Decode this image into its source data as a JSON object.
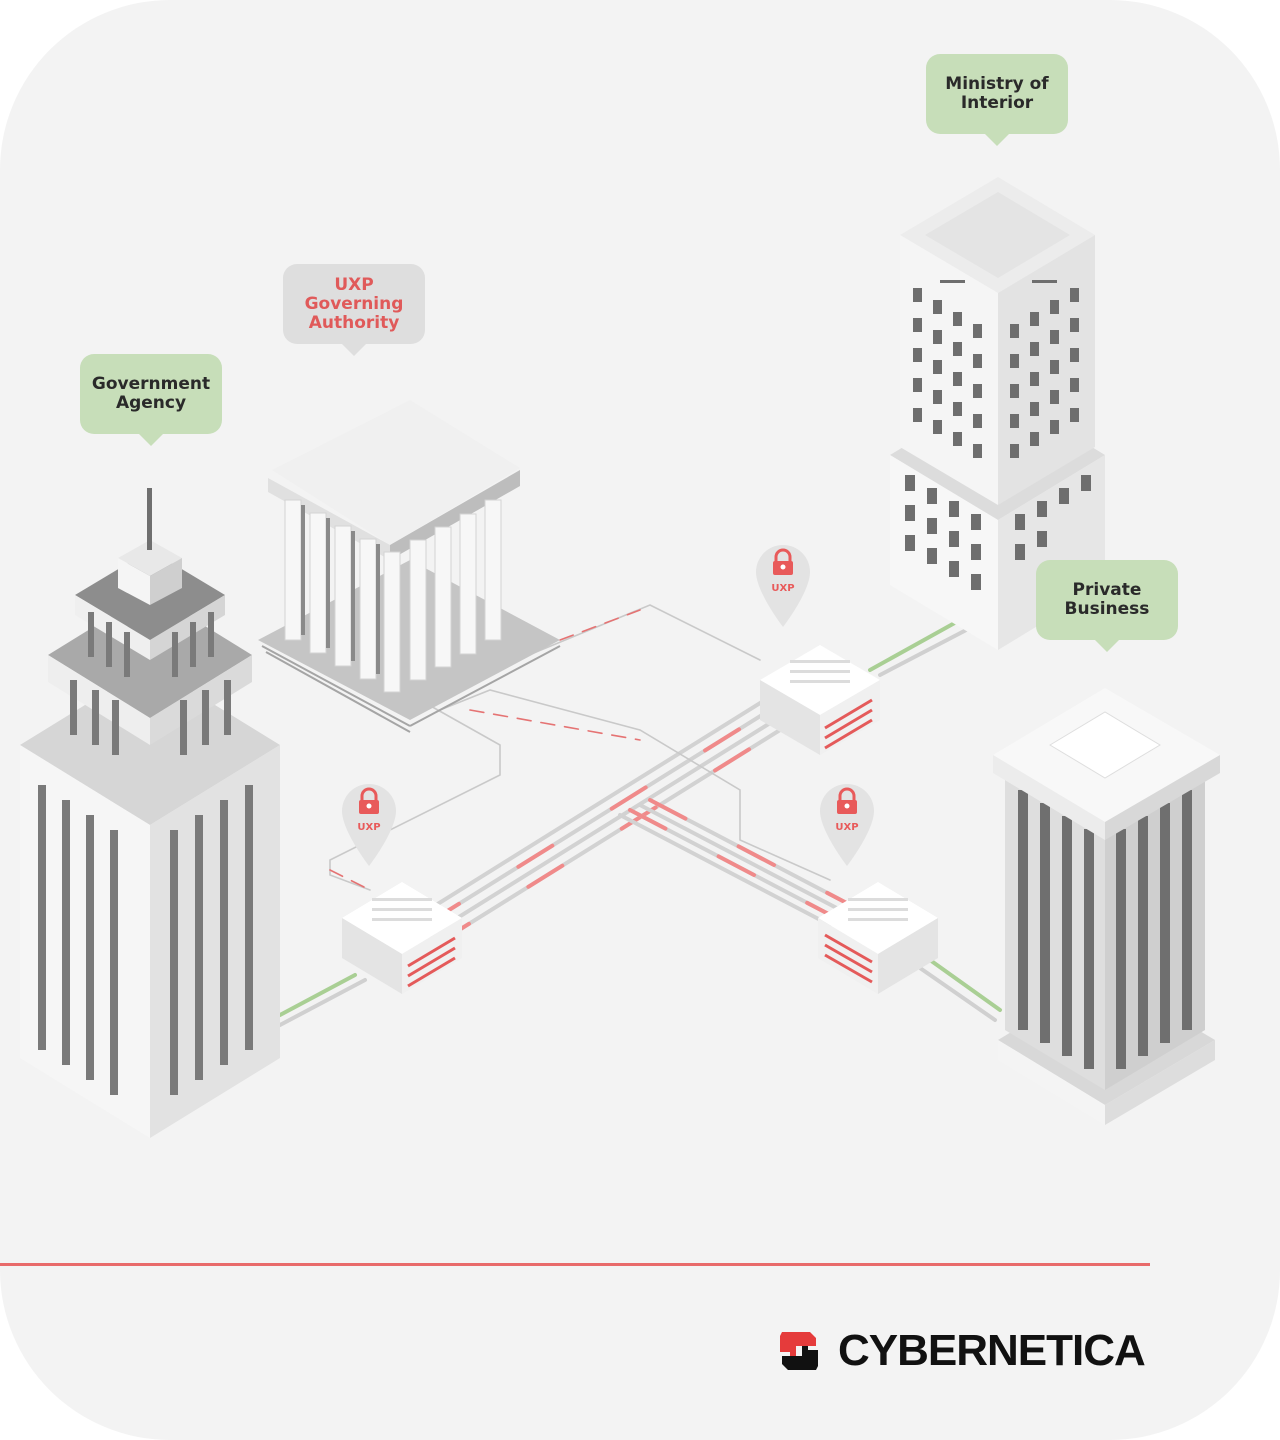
{
  "labels": {
    "government_agency": [
      "Government",
      "Agency"
    ],
    "uxp_governing_authority": [
      "UXP",
      "Governing",
      "Authority"
    ],
    "ministry_of_interior": [
      "Ministry of",
      "Interior"
    ],
    "private_business": [
      "Private",
      "Business"
    ]
  },
  "pins": {
    "top": "UXP",
    "left": "UXP",
    "right": "UXP"
  },
  "brand": {
    "name": "CYBERNETICA",
    "icon": "cybernetica-logo-icon"
  },
  "colors": {
    "background": "#f3f3f3",
    "accent_red": "#e85a5a",
    "label_green": "#c7deb9",
    "label_gray": "#dedede"
  }
}
